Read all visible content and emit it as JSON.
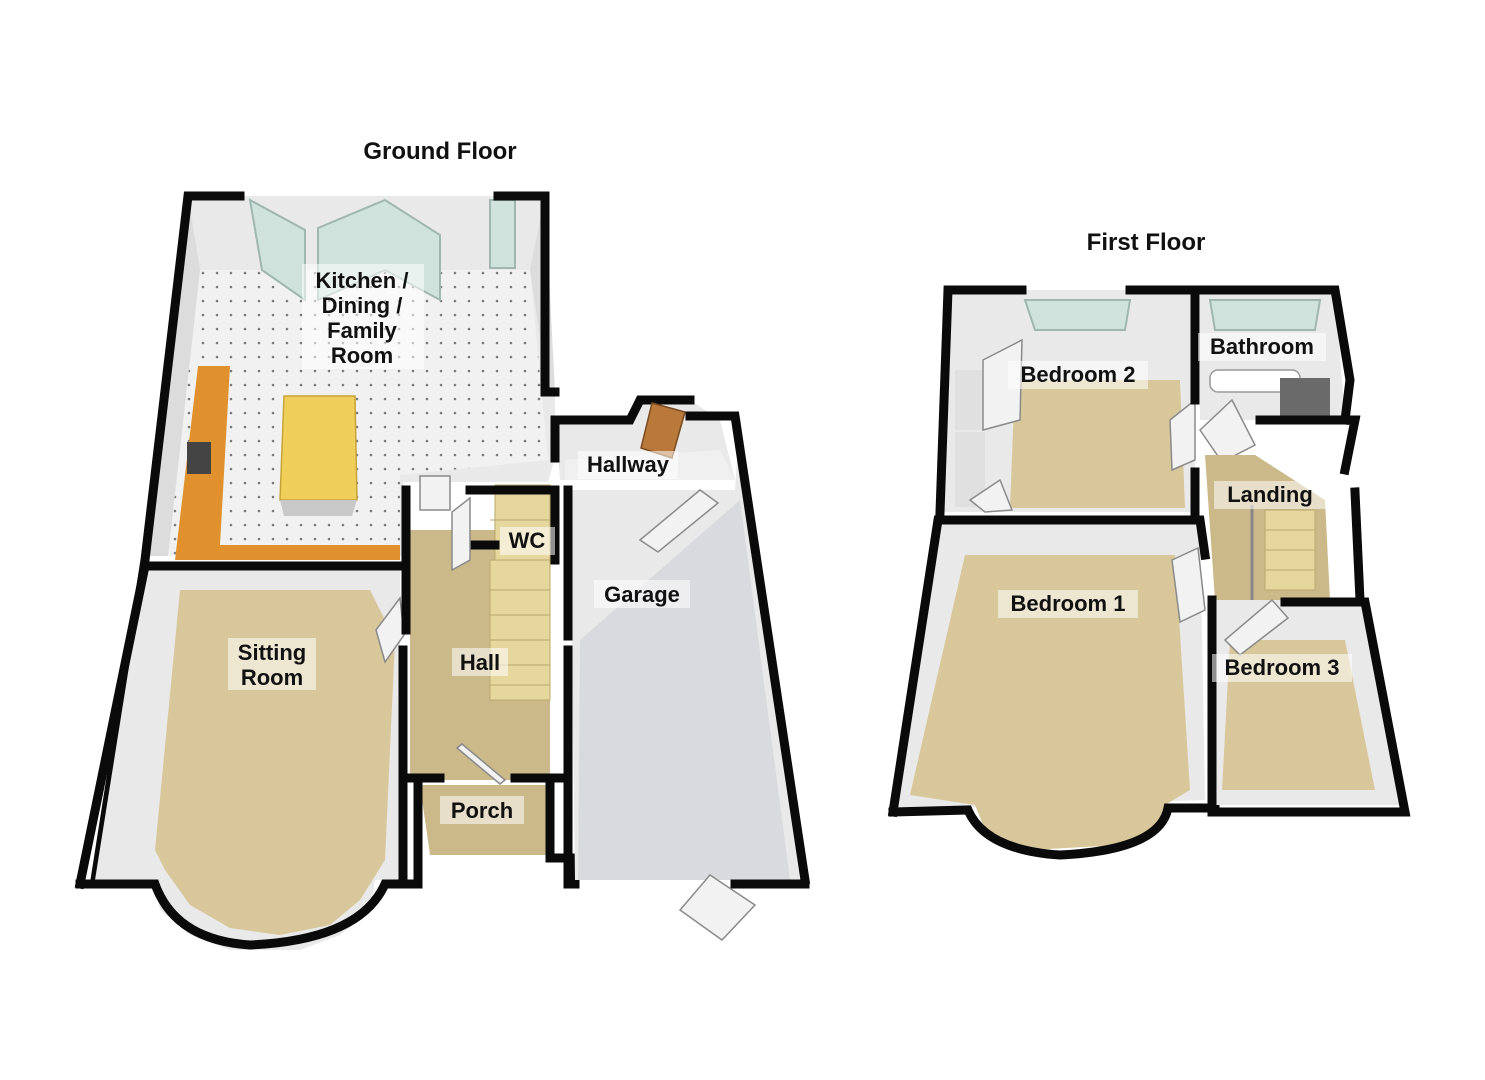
{
  "floors": [
    {
      "title": "Ground Floor",
      "rooms": {
        "kitchen": [
          "Kitchen /",
          "Dining /",
          "Family",
          "Room"
        ],
        "sitting": [
          "Sitting",
          "Room"
        ],
        "hall": "Hall",
        "wc": "WC",
        "hallway": "Hallway",
        "garage": "Garage",
        "porch": "Porch"
      }
    },
    {
      "title": "First Floor",
      "rooms": {
        "bedroom2": "Bedroom 2",
        "bathroom": "Bathroom",
        "landing": "Landing",
        "bedroom1": "Bedroom 1",
        "bedroom3": "Bedroom 3"
      }
    }
  ],
  "colors": {
    "wall": "#0a0a0a",
    "carpet": "#d8c79a",
    "tile_floor": "#f0f0f0",
    "garage_floor": "#d9dadd",
    "kitchen_counter": "#e0912e",
    "island": "#efce5a",
    "window": "#cfe3dc"
  }
}
